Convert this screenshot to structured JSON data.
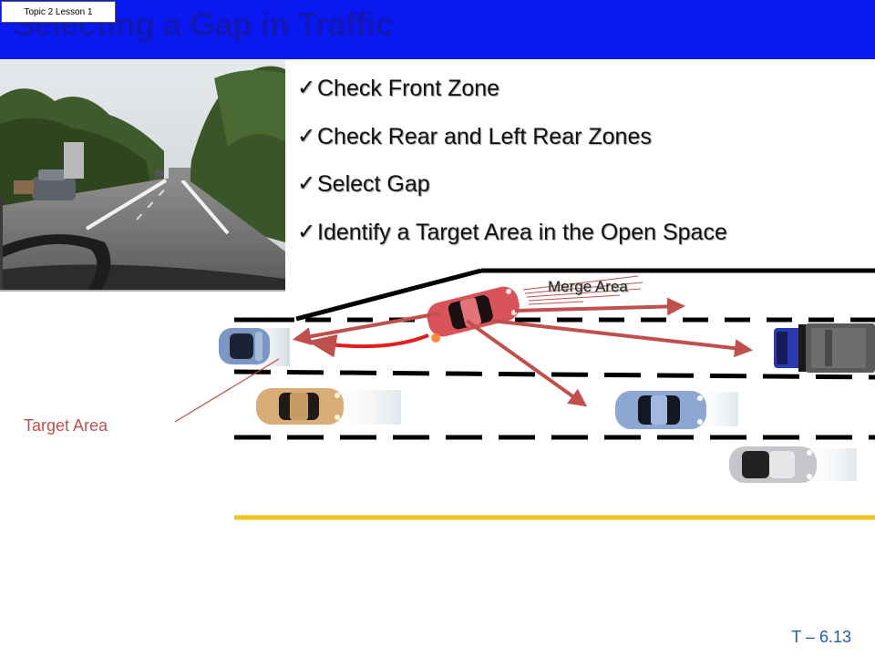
{
  "lesson_tag": "Topic 2 Lesson 1",
  "title": "Selecting a Gap in Traffic",
  "checklist": [
    "Check Front Zone",
    "Check Rear and Left Rear Zones",
    "Select Gap",
    "Identify a Target Area in the Open Space"
  ],
  "check_glyph": "✓",
  "diagram": {
    "merge_label": "Merge Area",
    "target_label": "Target Area"
  },
  "slide_number": "T – 6.13",
  "colors": {
    "title_bar": "#0a18f2",
    "title_text": "#1218b8",
    "arrow": "#c0504d",
    "yellow_line": "#f2c21a",
    "slide_number": "#1f5ca8"
  }
}
